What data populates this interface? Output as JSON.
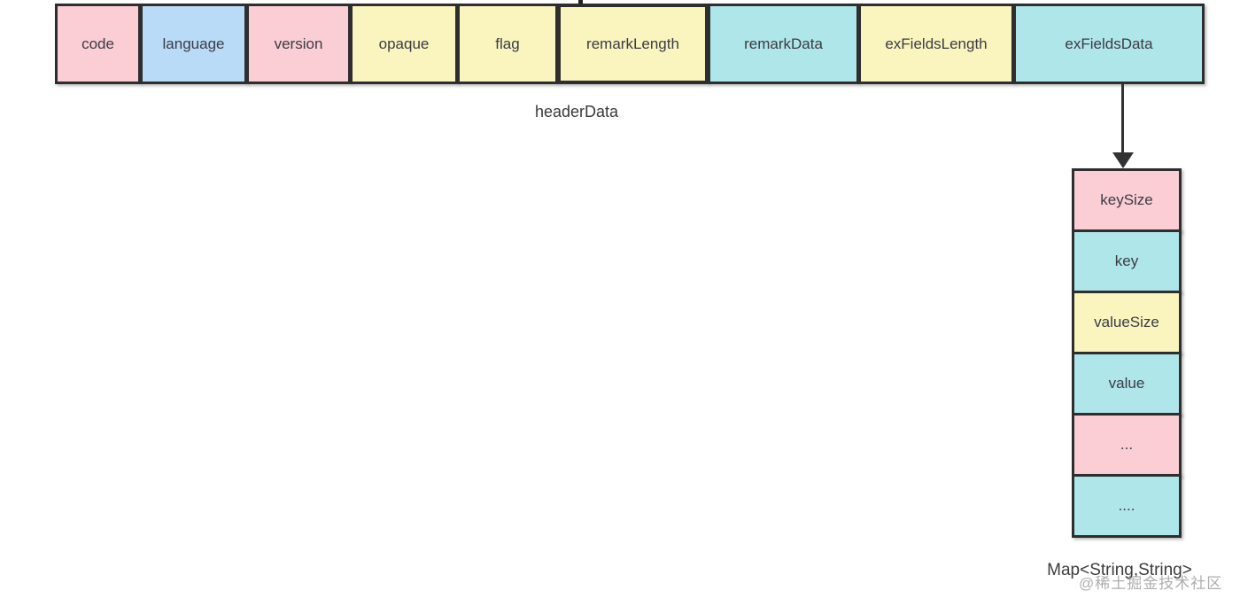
{
  "diagram": {
    "header_row": {
      "caption": "headerData",
      "cells": [
        {
          "label": "code",
          "color": "pink"
        },
        {
          "label": "language",
          "color": "blue"
        },
        {
          "label": "version",
          "color": "pink"
        },
        {
          "label": "opaque",
          "color": "yellow"
        },
        {
          "label": "flag",
          "color": "yellow"
        },
        {
          "label": "remarkLength",
          "color": "yellow"
        },
        {
          "label": "remarkData",
          "color": "cyan"
        },
        {
          "label": "exFieldsLength",
          "color": "yellow"
        },
        {
          "label": "exFieldsData",
          "color": "cyan"
        }
      ]
    },
    "map_stack": {
      "caption": "Map<String,String>",
      "cells": [
        {
          "label": "keySize",
          "color": "pink"
        },
        {
          "label": "key",
          "color": "cyan"
        },
        {
          "label": "valueSize",
          "color": "yellow"
        },
        {
          "label": "value",
          "color": "cyan"
        },
        {
          "label": "...",
          "color": "pink"
        },
        {
          "label": "....",
          "color": "cyan"
        }
      ]
    },
    "watermark": "@稀土掘金技术社区",
    "colors": {
      "pink": "#FBCDD5",
      "blue": "#B9DBF8",
      "yellow": "#FAF5BF",
      "cyan": "#AFE6EA",
      "border": "#2E2E2E",
      "text": "#3B3B43",
      "watermark": "#9A9A9A"
    }
  }
}
